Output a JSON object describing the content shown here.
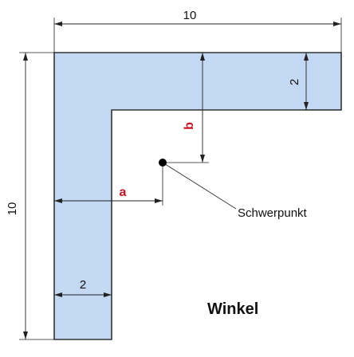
{
  "title": "Winkel",
  "colors": {
    "shape_fill": "#c3d8f2",
    "shape_stroke": "#333333",
    "variable_label": "#cc1122",
    "centroid": "#000000"
  },
  "dimensions": {
    "width": "10",
    "height": "10",
    "thickness_top": "2",
    "thickness_left": "2"
  },
  "labels": {
    "a": "a",
    "b": "b",
    "centroid": "Schwerpunkt"
  }
}
